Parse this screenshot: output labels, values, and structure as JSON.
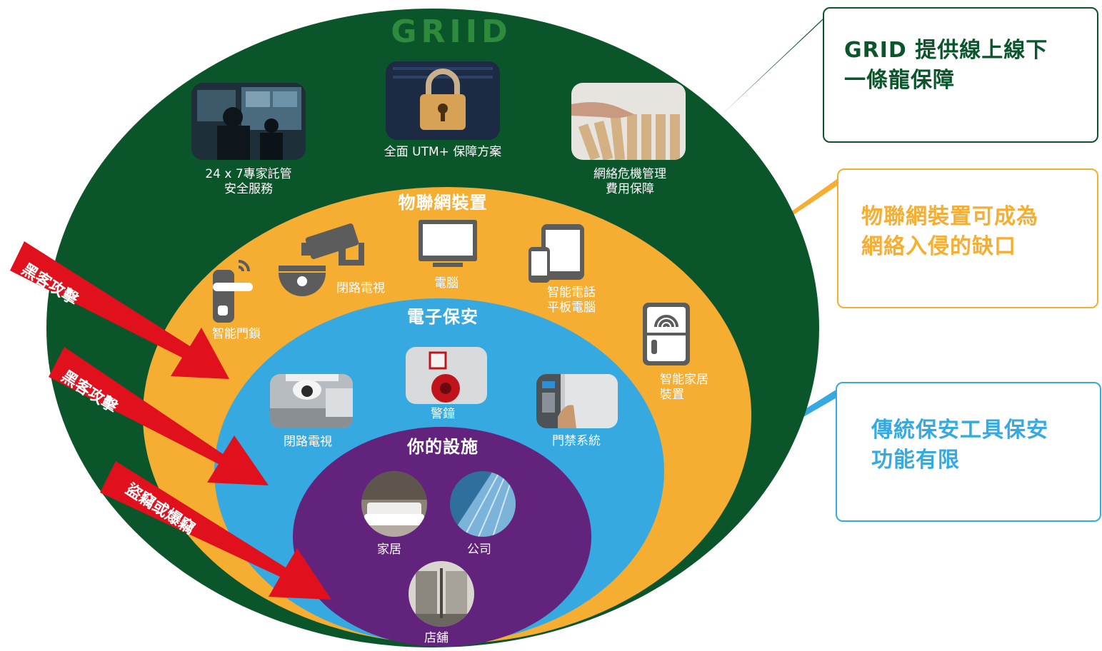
{
  "colors": {
    "grid_green": "#0b552b",
    "iot_orange": "#f5ad32",
    "security_blue": "#35a9e0",
    "facility_purple": "#62237d",
    "arrow_red": "#e0101c"
  },
  "logo": {
    "text": "GRIID"
  },
  "grid_services": [
    {
      "label": "24 x 7專家託管\n安全服務"
    },
    {
      "label": "全面 UTM+ 保障方案"
    },
    {
      "label": "網絡危機管理\n費用保障"
    }
  ],
  "iot": {
    "title": "物聯網裝置",
    "items": [
      {
        "label": "智能門鎖"
      },
      {
        "label": "閉路電視"
      },
      {
        "label": "電腦"
      },
      {
        "label": "智能電話\n平板電腦"
      },
      {
        "label": "智能家居\n裝置"
      }
    ]
  },
  "security": {
    "title": "電子保安",
    "items": [
      {
        "label": "閉路電視"
      },
      {
        "label": "警鐘"
      },
      {
        "label": "門禁系統"
      }
    ]
  },
  "facility": {
    "title": "你的設施",
    "items": [
      {
        "label": "家居"
      },
      {
        "label": "公司"
      },
      {
        "label": "店舖"
      }
    ]
  },
  "threats": [
    {
      "label": "黑客攻擊"
    },
    {
      "label": "黑客攻擊"
    },
    {
      "label": "盜竊或爆竊"
    }
  ],
  "callouts": [
    {
      "text": "GRID 提供線上線下\n一條龍保障"
    },
    {
      "text": "物聯網裝置可成為\n網絡入侵的缺口"
    },
    {
      "text": "傳統保安工具保安\n功能有限"
    }
  ]
}
